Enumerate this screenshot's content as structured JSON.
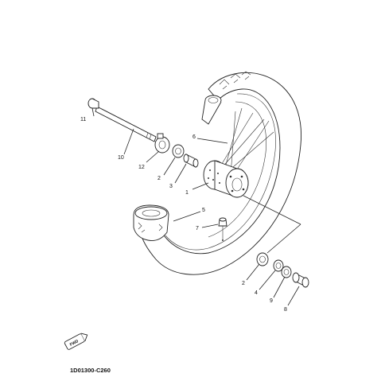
{
  "diagram": {
    "code": "1D01300-C260",
    "fwd_label": "FWD",
    "callouts": [
      {
        "id": "c1",
        "text": "1"
      },
      {
        "id": "c2a",
        "text": "2"
      },
      {
        "id": "c2b",
        "text": "2"
      },
      {
        "id": "c3",
        "text": "3"
      },
      {
        "id": "c4",
        "text": "4"
      },
      {
        "id": "c5",
        "text": "5"
      },
      {
        "id": "c6",
        "text": "6"
      },
      {
        "id": "c7",
        "text": "7"
      },
      {
        "id": "c8",
        "text": "8"
      },
      {
        "id": "c9",
        "text": "9"
      },
      {
        "id": "c10",
        "text": "10"
      },
      {
        "id": "c11",
        "text": "11"
      },
      {
        "id": "c12",
        "text": "12"
      }
    ]
  }
}
